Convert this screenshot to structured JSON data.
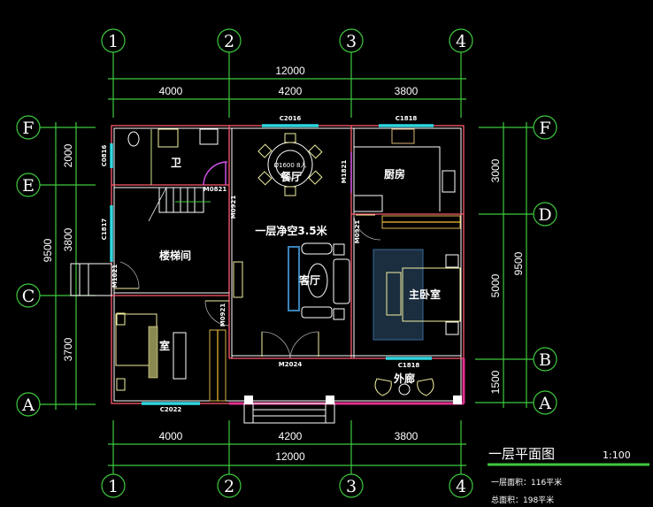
{
  "drawing": {
    "title": "一层平面图",
    "scale": "1:100",
    "area_first_floor": "一层面积：116平米",
    "area_total": "总面积：198平米"
  },
  "axes": {
    "columns": [
      "1",
      "2",
      "3",
      "4"
    ],
    "rows_left": [
      "F",
      "E",
      "C",
      "A"
    ],
    "rows_right": [
      "F",
      "D",
      "B",
      "A"
    ]
  },
  "dimensions": {
    "top_total": "12000",
    "top_segments": [
      "4000",
      "4200",
      "3800"
    ],
    "bottom_total": "12000",
    "bottom_segments": [
      "4000",
      "4200",
      "3800"
    ],
    "left_total": "9500",
    "left_segments": [
      "2000",
      "3800",
      "3700"
    ],
    "right_total": "9500",
    "right_segments": [
      "3000",
      "5000",
      "1500"
    ]
  },
  "rooms": {
    "bathroom": "卫",
    "dining": "餐厅",
    "kitchen": "厨房",
    "stair_room": "楼梯间",
    "clear_height": "一层净空3.5米",
    "living": "客厅",
    "master_bedroom": "主卧室",
    "bedroom": "室",
    "veranda": "外廊",
    "table_note": "Ø1600 8人"
  },
  "openings": {
    "c2016_top": "C2016",
    "c1818_top": "C1818",
    "c0816_left": "C0816",
    "c1817_left": "C1817",
    "m0821": "M0821",
    "m0921_a": "M0921",
    "m1021_left": "M1021",
    "m0921_b": "M0921",
    "m1821": "M1821",
    "m0921_c": "M0921",
    "m2024": "M2024",
    "c1818_bottom": "C1818",
    "c2022_bottom": "C2022"
  },
  "colors": {
    "axis": "#3ec93e",
    "wall": "#ff5a6e",
    "window": "#2fd6e0",
    "door": "#c850e0",
    "furniture": "#f3f0a0",
    "title_bar": "#3ec93e"
  }
}
